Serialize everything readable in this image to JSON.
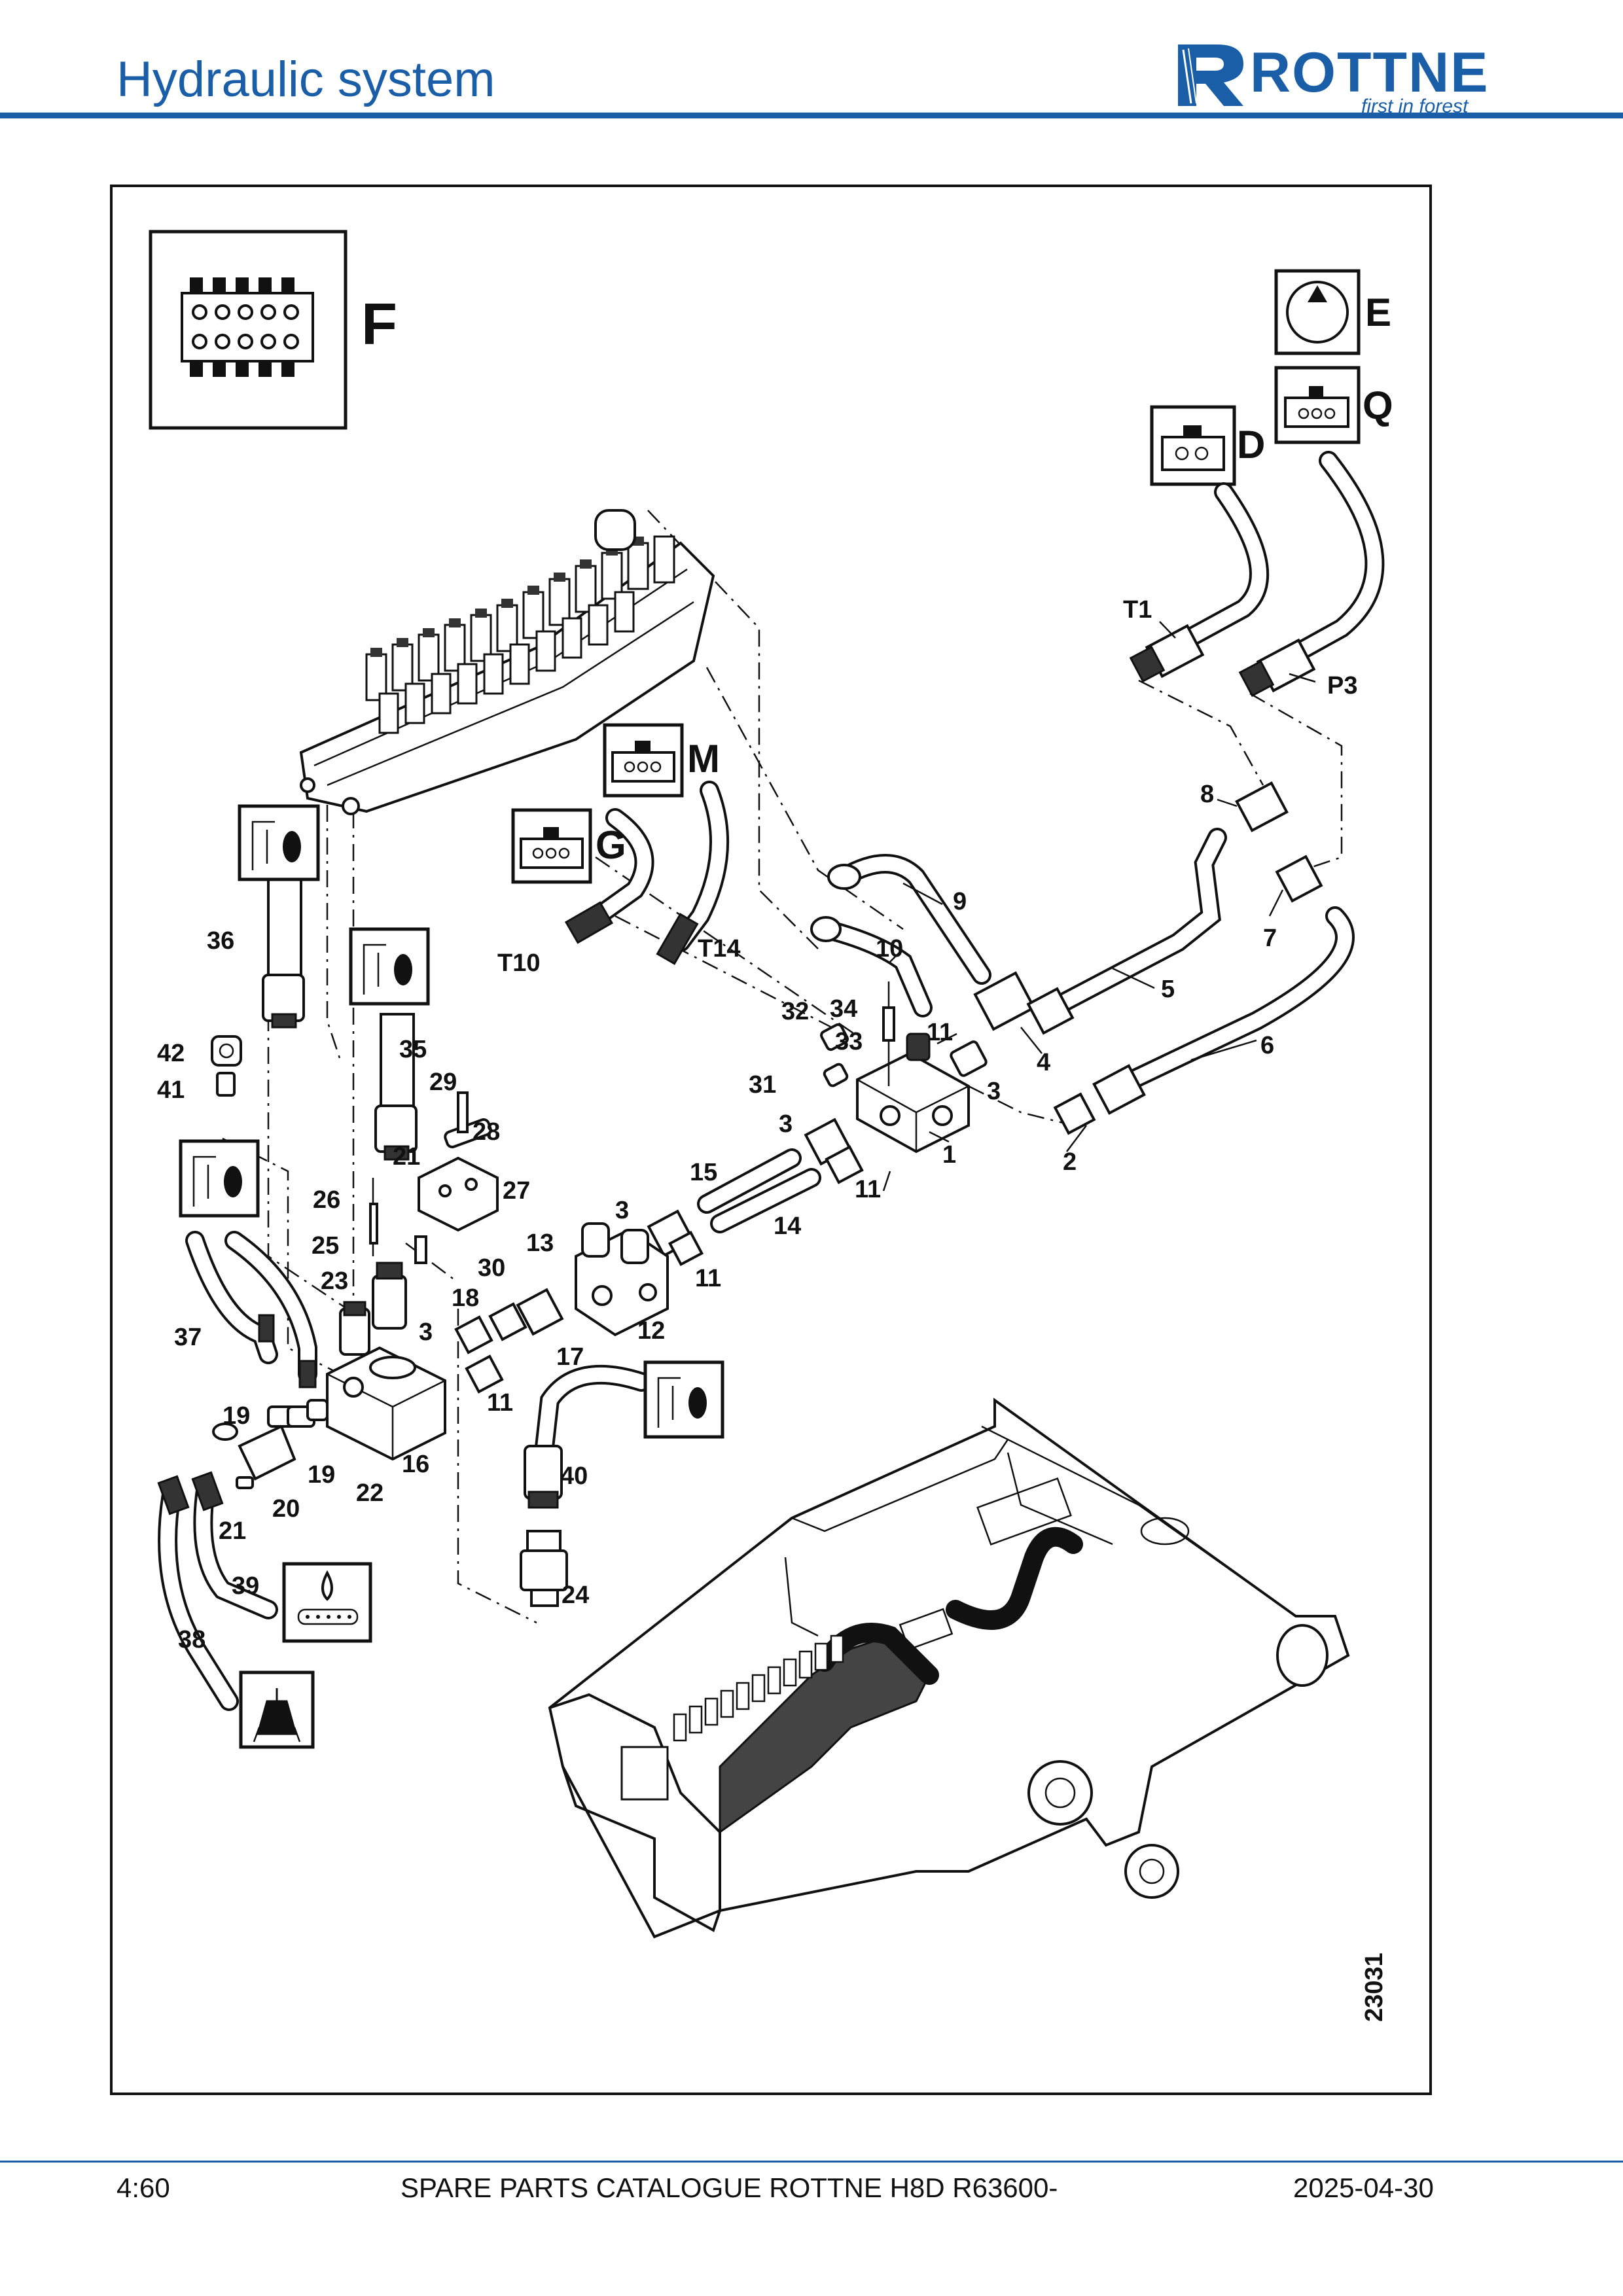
{
  "header": {
    "title": "Hydraulic system",
    "brand": "ROTTNE",
    "brand_tagline": "first in forest",
    "brand_color": "#1a5ea8"
  },
  "diagram": {
    "figure_number": "23031",
    "section_letters": {
      "F": "F",
      "E": "E",
      "Q": "Q",
      "D": "D",
      "M": "M",
      "G": "G"
    },
    "port_labels": {
      "T1": "T1",
      "P3": "P3",
      "T10": "T10",
      "T14": "T14"
    },
    "callouts": {
      "n1": "1",
      "n2": "2",
      "n3a": "3",
      "n3b": "3",
      "n3c": "3",
      "n3d": "3",
      "n4": "4",
      "n5": "5",
      "n6": "6",
      "n7": "7",
      "n8": "8",
      "n9": "9",
      "n10": "10",
      "n11a": "11",
      "n11b": "11",
      "n11c": "11",
      "n11d": "11",
      "n12": "12",
      "n13": "13",
      "n14": "14",
      "n15": "15",
      "n16": "16",
      "n17": "17",
      "n18": "18",
      "n19a": "19",
      "n19b": "19",
      "n20": "20",
      "n21a": "21",
      "n21b": "21",
      "n22": "22",
      "n23": "23",
      "n24": "24",
      "n25": "25",
      "n26": "26",
      "n27": "27",
      "n28": "28",
      "n29": "29",
      "n30": "30",
      "n31": "31",
      "n32": "32",
      "n33": "33",
      "n34": "34",
      "n35": "35",
      "n36": "36",
      "n37": "37",
      "n38": "38",
      "n39": "39",
      "n40": "40",
      "n41": "41",
      "n42": "42"
    }
  },
  "footer": {
    "page": "4:60",
    "catalogue": "SPARE PARTS CATALOGUE ROTTNE H8D R63600-",
    "date": "2025-04-30"
  }
}
